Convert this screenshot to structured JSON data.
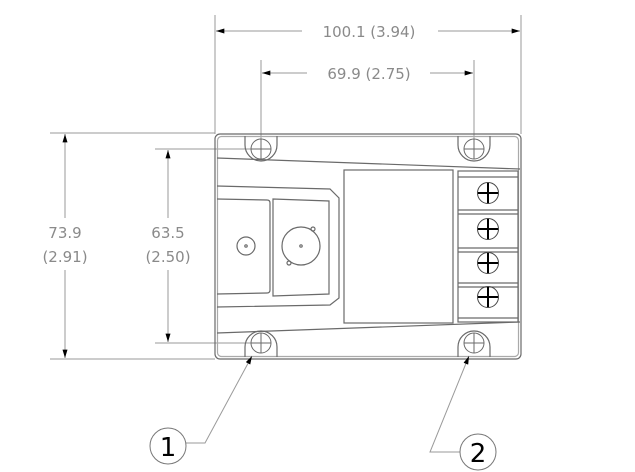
{
  "dimensions": {
    "overall_width": "100.1 (3.94)",
    "hole_spacing_width": "69.9 (2.75)",
    "overall_height_mm": "73.9",
    "overall_height_in": "(2.91)",
    "hole_spacing_height_mm": "63.5",
    "hole_spacing_height_in": "(2.50)"
  },
  "callouts": [
    "1",
    "2"
  ],
  "colors": {
    "dimension": "#8a8a8a",
    "outline": "#6a6a6a"
  }
}
